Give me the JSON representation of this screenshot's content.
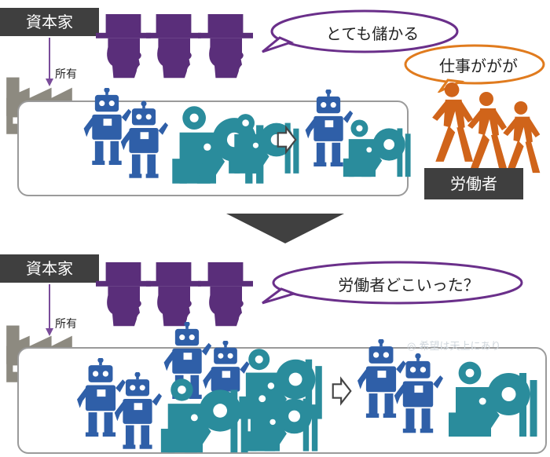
{
  "top": {
    "capitalist_label": "資本家",
    "owns_label": "所有",
    "speech": "とても儲かる",
    "worker_speech": "仕事ががが",
    "worker_label": "労働者"
  },
  "bottom": {
    "capitalist_label": "資本家",
    "owns_label": "所有",
    "speech": "労働者どこいった？"
  },
  "watermark": "希望は天上にあり",
  "colors": {
    "capitalist": "#5a2e7a",
    "robot": "#2f5fa8",
    "machinery": "#2a8c9c",
    "factory": "#8d8a80",
    "worker": "#d0641a",
    "label_bg": "#3f3f3f",
    "bubble_stroke": "#6a2f8a",
    "worker_bubble_stroke": "#e07b1e"
  }
}
